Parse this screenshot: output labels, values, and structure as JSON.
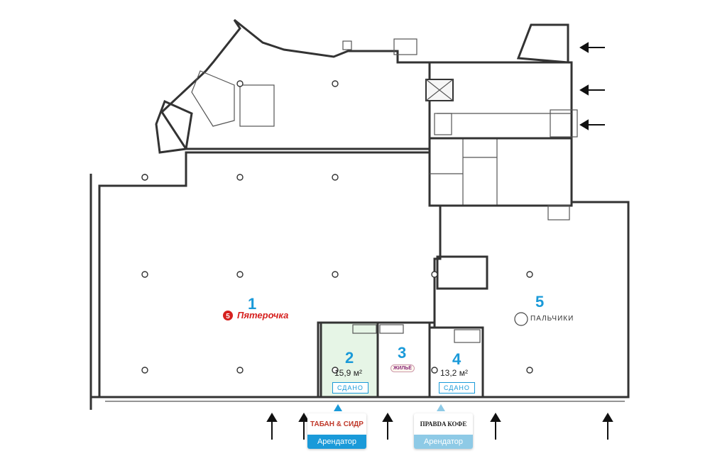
{
  "units": [
    {
      "number": "1",
      "brand": "Пятерочка"
    },
    {
      "number": "2",
      "area": "15,9 м²",
      "status": "СДАНО"
    },
    {
      "number": "3",
      "logo_text": "ЖИЛЬЁ"
    },
    {
      "number": "4",
      "area": "13,2 м²",
      "status": "СДАНО"
    },
    {
      "number": "5",
      "brand": "ПАЛЬЧИКИ"
    }
  ],
  "tenants": [
    {
      "logo_text": "ТАБАН & СИДР",
      "label": "Арендатор"
    },
    {
      "logo_text": "ПРАВDA КОФЕ",
      "label": "Арендатор"
    }
  ],
  "colors": {
    "accent": "#1a9ad9",
    "rented_fill": "#e6f5e6",
    "brand_red": "#d6211f",
    "walls": "#333333"
  },
  "icons": [
    "entrance-arrow-icon",
    "column-icon",
    "toilet-icon",
    "stairs-icon"
  ]
}
